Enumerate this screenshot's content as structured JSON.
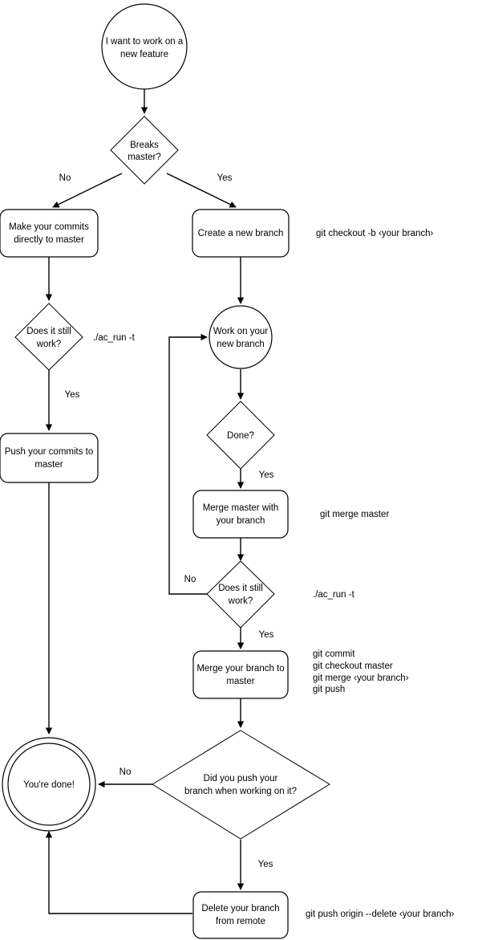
{
  "diagram": {
    "title": "Git branching workflow flowchart",
    "background_color": "#ffffff",
    "stroke_color": "#000000",
    "text_color": "#000000"
  },
  "nodes": {
    "start": {
      "line1": "I want to work on a",
      "line2": "new feature"
    },
    "breaks_master": {
      "line1": "Breaks",
      "line2": "master?"
    },
    "make_commits": {
      "line1": "Make your commits",
      "line2": "directly to master"
    },
    "create_branch": {
      "line1": "Create a new branch",
      "line2": ""
    },
    "does_it_work_left": {
      "line1": "Does it still",
      "line2": "work?"
    },
    "work_on_branch": {
      "line1": "Work on your",
      "line2": "new branch"
    },
    "push_commits": {
      "line1": "Push your commits to",
      "line2": "master"
    },
    "done_q": {
      "line1": "Done?",
      "line2": ""
    },
    "merge_master_with": {
      "line1": "Merge master with",
      "line2": "your branch"
    },
    "does_it_work_right": {
      "line1": "Does it still",
      "line2": "work?"
    },
    "merge_branch_to_master": {
      "line1": "Merge your branch to",
      "line2": "master"
    },
    "did_you_push": {
      "line1": "Did you push your",
      "line2": "branch when working on it?"
    },
    "delete_branch": {
      "line1": "Delete your branch",
      "line2": "from remote"
    },
    "youre_done": {
      "line1": "You're done!",
      "line2": ""
    }
  },
  "edge_labels": {
    "breaks_no": "No",
    "breaks_yes": "Yes",
    "left_work_yes": "Yes",
    "done_yes": "Yes",
    "right_work_no": "No",
    "right_work_yes": "Yes",
    "push_no": "No",
    "push_yes": "Yes"
  },
  "annotations": {
    "checkout_b": "git checkout -b ‹your branch›",
    "ac_run_left": "./ac_run -t",
    "merge_master": "git merge master",
    "ac_run_right": "./ac_run -t",
    "commit_block_1": "git commit",
    "commit_block_2": "git checkout master",
    "commit_block_3": "git merge ‹your branch›",
    "commit_block_4": "git push",
    "push_origin_delete": "git push origin --delete ‹your branch›"
  }
}
